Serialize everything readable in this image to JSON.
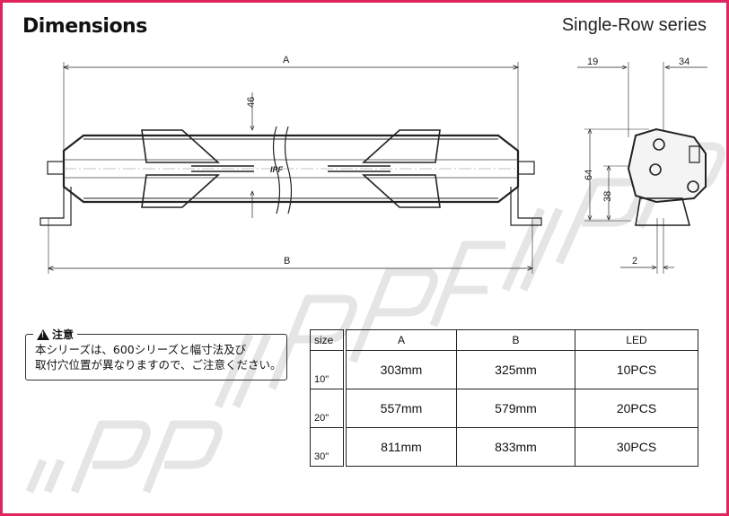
{
  "header": {
    "title": "Dimensions",
    "series": "Single-Row series"
  },
  "drawing": {
    "label_a": "A",
    "label_b": "B",
    "label_46": "46",
    "label_19": "19",
    "label_34": "34",
    "label_64": "64",
    "label_38": "38",
    "label_2": "2",
    "logo_text": "IPF"
  },
  "notice": {
    "title": "注意",
    "line1": "本シリーズは、600シリーズと幅寸法及び",
    "line2": "取付穴位置が異なりますので、ご注意ください。"
  },
  "table": {
    "headers": [
      "size",
      "A",
      "B",
      "LED"
    ],
    "rows": [
      [
        "10\"",
        "303mm",
        "325mm",
        "10PCS"
      ],
      [
        "20\"",
        "557mm",
        "579mm",
        "20PCS"
      ],
      [
        "30\"",
        "811mm",
        "833mm",
        "30PCS"
      ]
    ]
  },
  "colors": {
    "frame": "#e0245e",
    "watermark": "#d9d9d9"
  }
}
